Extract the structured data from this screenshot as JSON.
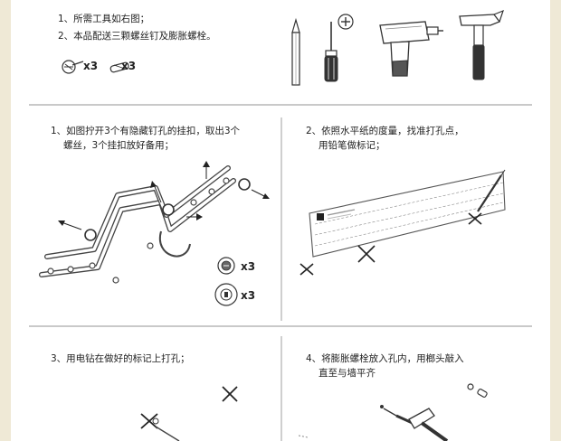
{
  "tools": {
    "line1": "1、所需工具如右图；",
    "line2": "2、本品配送三颗螺丝钉及膨胀螺栓。",
    "screw_qty": "x3",
    "anchor_qty": "x3"
  },
  "step1": {
    "line1": "1、如图拧开3个有隐藏钉孔的挂扣，取出3个",
    "line2": "螺丝，3个挂扣放好备用；",
    "screw_qty": "x3",
    "knob_qty": "x3"
  },
  "step2": {
    "line1": "2、依照水平纸的度量，找准打孔点，",
    "line2": "用铅笔做标记；"
  },
  "step3": {
    "line1": "3、用电钻在做好的标记上打孔；"
  },
  "step4": {
    "line1": "4、将膨胀螺栓放入孔内，用榔头敲入",
    "line2": "直至与墙平齐"
  }
}
